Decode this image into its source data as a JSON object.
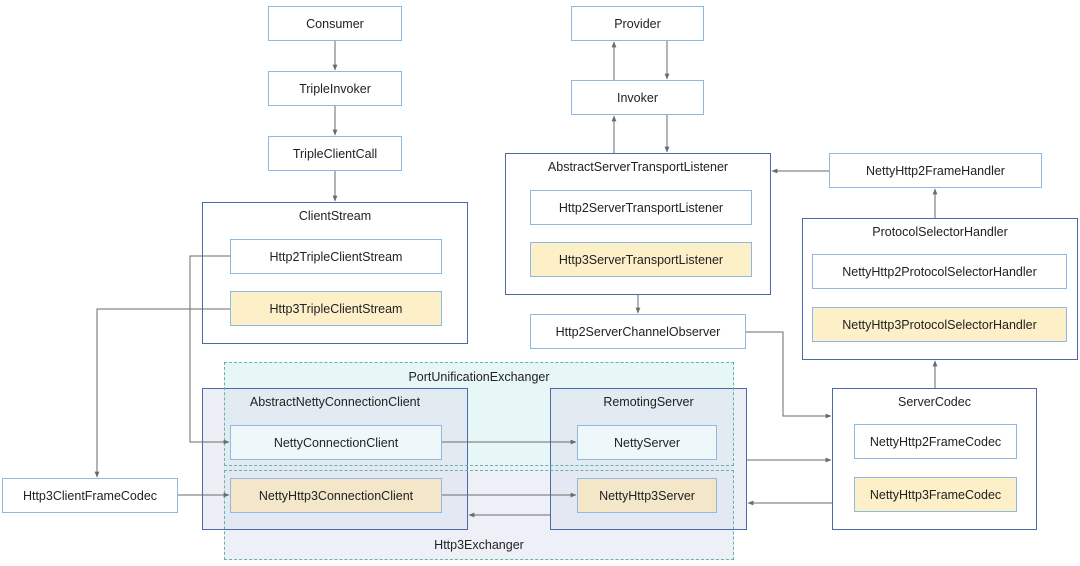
{
  "nodes": {
    "consumer": "Consumer",
    "triple_invoker": "TripleInvoker",
    "triple_client_call": "TripleClientCall",
    "client_stream": "ClientStream",
    "http2_triple_client_stream": "Http2TripleClientStream",
    "http3_triple_client_stream": "Http3TripleClientStream",
    "provider": "Provider",
    "invoker": "Invoker",
    "abstract_server_transport_listener": "AbstractServerTransportListener",
    "http2_server_transport_listener": "Http2ServerTransportListener",
    "http3_server_transport_listener": "Http3ServerTransportListener",
    "netty_http2_frame_handler": "NettyHttp2FrameHandler",
    "protocol_selector_handler": "ProtocolSelectorHandler",
    "netty_http2_protocol_selector_handler": "NettyHttp2ProtocolSelectorHandler",
    "netty_http3_protocol_selector_handler": "NettyHttp3ProtocolSelectorHandler",
    "http2_server_channel_observer": "Http2ServerChannelObserver",
    "port_unification_exchanger": "PortUnificationExchanger",
    "abstract_netty_connection_client": "AbstractNettyConnectionClient",
    "netty_connection_client": "NettyConnectionClient",
    "netty_http3_connection_client": "NettyHttp3ConnectionClient",
    "remoting_server": "RemotingServer",
    "netty_server": "NettyServer",
    "netty_http3_server": "NettyHttp3Server",
    "http3_exchanger": "Http3Exchanger",
    "server_codec": "ServerCodec",
    "netty_http2_frame_codec": "NettyHttp2FrameCodec",
    "netty_http3_frame_codec": "NettyHttp3FrameCodec",
    "http3_client_frame_codec": "Http3ClientFrameCodec"
  },
  "colors": {
    "box_border": "#8fb9e0",
    "group_border": "#4a6aa8",
    "highlight_fill": "#fdefc8",
    "port_unification_fill": "#e7f6f7",
    "http3_exchanger_fill": "#eef0f8",
    "dashed_border": "#5fb8a5",
    "arrow": "#6b6b6b"
  }
}
